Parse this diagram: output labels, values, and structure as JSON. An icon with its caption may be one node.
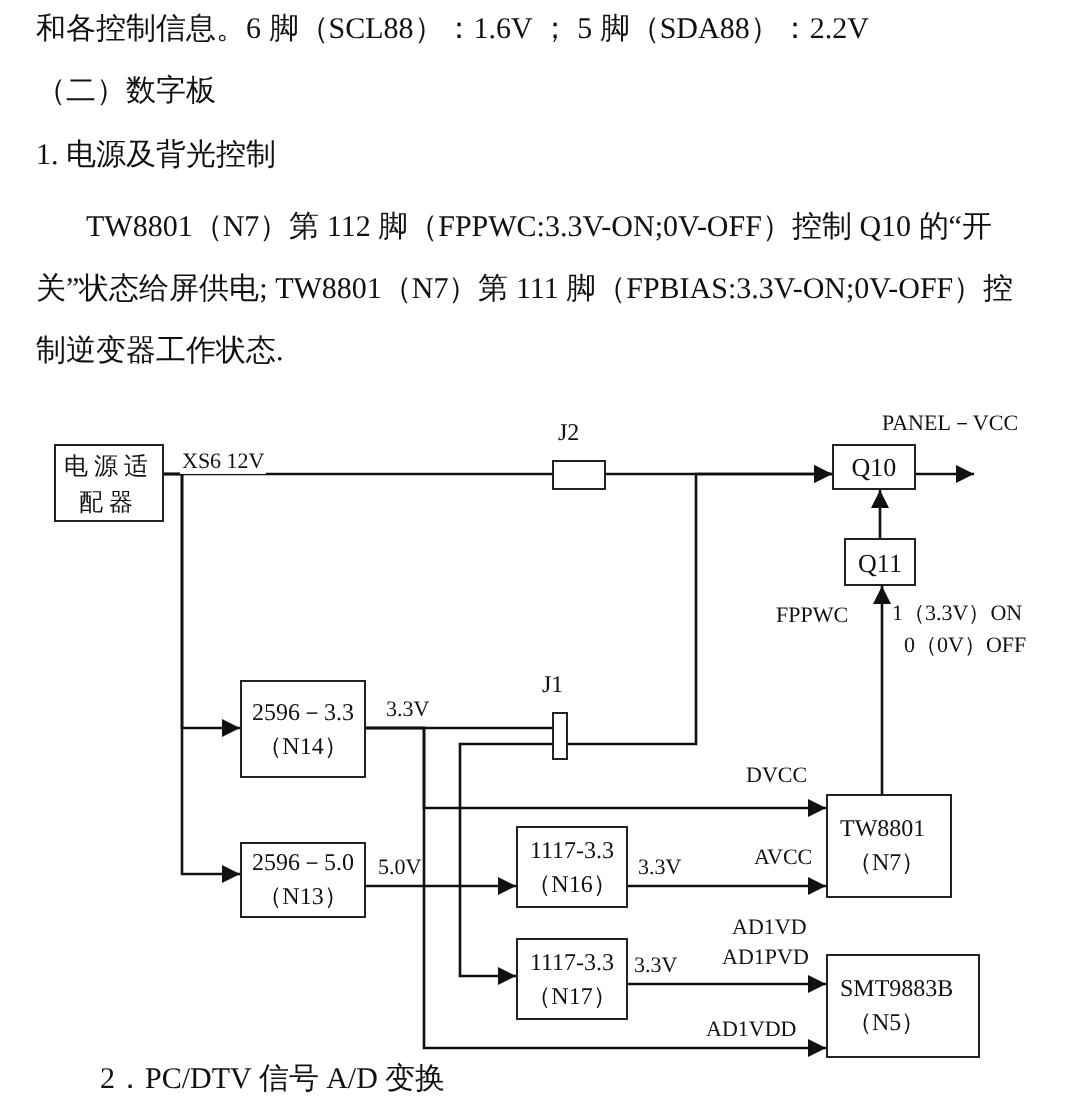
{
  "diagram": {
    "nodes": [
      {
        "text": [
          "电源适配器"
        ]
      },
      {
        "text": [
          "J2"
        ]
      },
      {
        "text": [
          "Q10"
        ]
      },
      {
        "text": [
          "Q11"
        ]
      },
      {
        "text": [
          "J1"
        ]
      },
      {
        "text": [
          "2596－3.3",
          "（N14）"
        ],
        "beside": [
          "3.3V"
        ]
      },
      {
        "text": [
          "2596－5.0",
          "（N13）"
        ],
        "beside": [
          "5.0V"
        ]
      },
      {
        "text": [
          "1117-3.3",
          "（N16）"
        ],
        "beside": [
          "3.3V"
        ]
      },
      {
        "text": [
          "1117-3.3",
          "（N17）"
        ],
        "beside": [
          "3.3V"
        ]
      },
      {
        "text": [
          "TW8801",
          "（N7）"
        ]
      },
      {
        "text": [
          "SMT9883B",
          "（N5）"
        ]
      }
    ],
    "edges": [
      {
        "from": 0,
        "to": 1,
        "arrow": "none",
        "label": "XS6 12V"
      },
      {
        "from": 1,
        "to": 2,
        "arrow": "to"
      },
      {
        "from": 0,
        "to": 5,
        "arrow": "to"
      },
      {
        "from": 0,
        "to": 6,
        "arrow": "to"
      },
      {
        "from": 5,
        "to": 4,
        "arrow": "none"
      },
      {
        "from": 4,
        "to": 2,
        "arrow": "to"
      },
      {
        "from": 4,
        "to": 8,
        "arrow": "to"
      },
      {
        "from": 5,
        "to": 9,
        "arrow": "to",
        "label": "DVCC"
      },
      {
        "from": 5,
        "to": 10,
        "arrow": "to",
        "label": "AD1VDD"
      },
      {
        "from": 6,
        "to": 7,
        "arrow": "to"
      },
      {
        "from": 7,
        "to": 9,
        "arrow": "to",
        "label": "AVCC"
      },
      {
        "from": 8,
        "to": 10,
        "arrow": "to",
        "label": "AD1PVD"
      },
      {
        "from": 3,
        "to": 2,
        "arrow": "to"
      },
      {
        "from": 9,
        "to": 3,
        "arrow": "to",
        "label": "FPPWC"
      },
      {
        "from": 2,
        "to": null,
        "arrow": "to",
        "label": "PANEL－VCC"
      }
    ],
    "labels": [
      "和各控制信息。6 脚（SCL88）：1.6V ； 5 脚（SDA88）：2.2V",
      "（二）数字板",
      "1. 电源及背光控制",
      "TW8801（N7）第 112 脚（FPPWC:3.3V-ON;0V-OFF）控制 Q10 的“开关”状态给屏供电; TW8801（N7）第 111 脚（FPBIAS:3.3V-ON;0V-OFF）控制逆变器工作状态.",
      "1（3.3V）ON",
      "0（0V）OFF",
      "AD1VD",
      "2．PC/DTV 信号 A/D 变换"
    ]
  }
}
